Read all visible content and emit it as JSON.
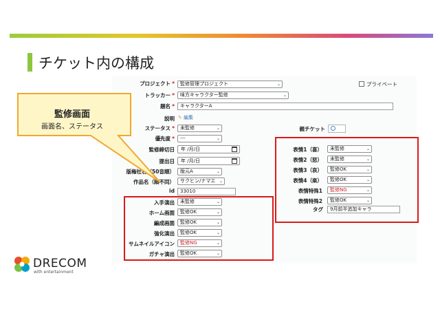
{
  "slide": {
    "title": "チケット内の構成"
  },
  "callout": {
    "title": "監修画面",
    "subtitle": "画面名、ステータス"
  },
  "form": {
    "required_mark": "*",
    "project": {
      "label": "プロジェクト",
      "value": "監修管理プロジェクト"
    },
    "private": {
      "label": "プライベート"
    },
    "tracker": {
      "label": "トラッカー",
      "value": "味方キャラクター監修"
    },
    "subject": {
      "label": "題名",
      "value": "キャラクターA"
    },
    "description": {
      "label": "説明",
      "edit_label": "編集"
    },
    "status": {
      "label": "ステータス",
      "value": "未監修"
    },
    "priority": {
      "label": "優先度",
      "value": "---"
    },
    "deadline": {
      "label": "監修締切日",
      "value": "年 /月/日"
    },
    "submit_date": {
      "label": "提出日",
      "value": "年 /月/日"
    },
    "publisher": {
      "label": "版権社名（50音順）",
      "value": "版元A"
    },
    "work": {
      "label": "作品名（順不同）",
      "value": "サクヒン/ナマエ"
    },
    "id": {
      "label": "id",
      "value": "33010"
    },
    "parent_ticket": {
      "label": "親チケット"
    }
  },
  "review_left": [
    {
      "label": "入手演出",
      "value": "未監修",
      "ng": false
    },
    {
      "label": "ホーム画面",
      "value": "監修OK",
      "ng": false
    },
    {
      "label": "編成画面",
      "value": "監修OK",
      "ng": false
    },
    {
      "label": "強化演出",
      "value": "監修OK",
      "ng": false
    },
    {
      "label": "サムネイルアイコン",
      "value": "監修NG",
      "ng": true
    },
    {
      "label": "ガチャ演出",
      "value": "監修OK",
      "ng": false
    }
  ],
  "review_right": [
    {
      "label": "表情1（喜）",
      "value": "未監修",
      "ng": false
    },
    {
      "label": "表情2（怒）",
      "value": "未監修",
      "ng": false
    },
    {
      "label": "表情3（哀）",
      "value": "監修OK",
      "ng": false
    },
    {
      "label": "表情4（楽）",
      "value": "監修OK",
      "ng": false
    },
    {
      "label": "表情特殊1",
      "value": "監修NG",
      "ng": true
    },
    {
      "label": "表情特殊2",
      "value": "監修OK",
      "ng": false
    }
  ],
  "tag": {
    "label": "タグ",
    "value": "9月前半追加キャラ"
  },
  "icons": {
    "dropdown": "chevron-down-icon",
    "calendar": "calendar-icon",
    "search": "search-icon",
    "edit": "pencil-icon"
  },
  "colors": {
    "highlight": "#d71a1a",
    "callout_fill": "#fff6c8",
    "callout_stroke": "#f0a830",
    "ng_text": "#d11f1f",
    "accent": "#8dc63f"
  },
  "logo": {
    "name": "DRECOM",
    "tagline": "with entertainment"
  }
}
